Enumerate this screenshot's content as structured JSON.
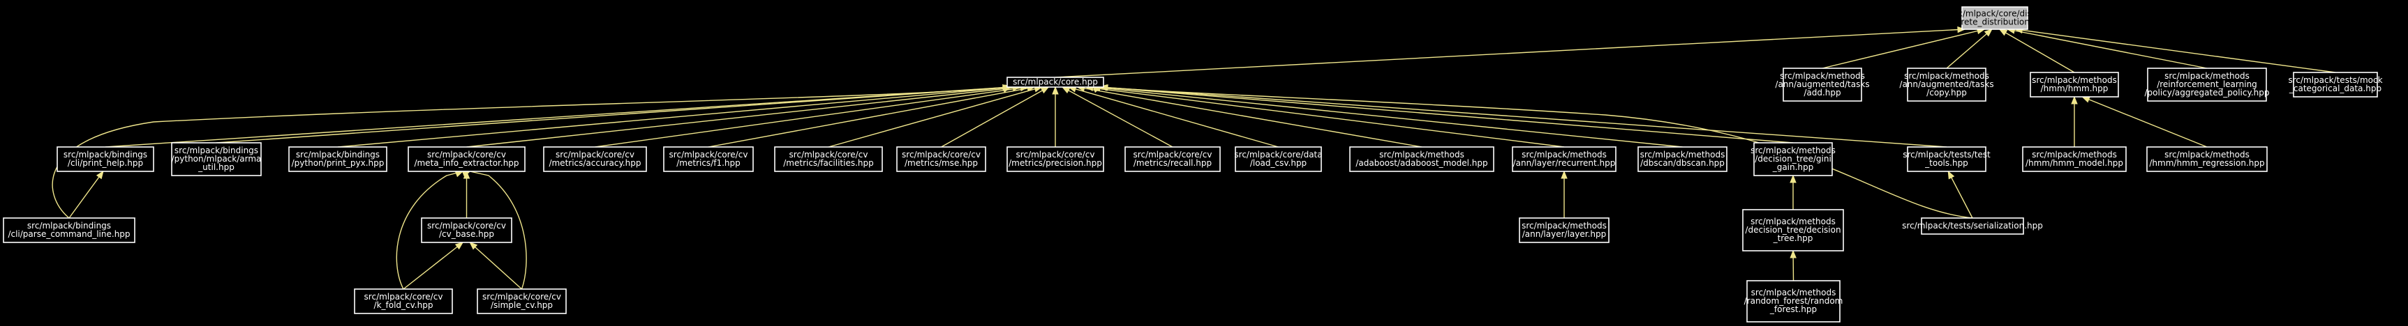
{
  "colors": {
    "background": "#000000",
    "node_border": "#ffffff",
    "node_text": "#ffffff",
    "root_fill": "#bfbfbf",
    "root_text": "#000000",
    "edge": "#f0e68c"
  },
  "nodes": [
    {
      "id": "discrete_distribution",
      "lines": [
        "src/mlpack/core/dists",
        "/discrete_distribution.hpp"
      ],
      "root": true
    },
    {
      "id": "core",
      "lines": [
        "src/mlpack/core.hpp"
      ]
    },
    {
      "id": "add",
      "lines": [
        "src/mlpack/methods",
        "/ann/augmented/tasks",
        "/add.hpp"
      ]
    },
    {
      "id": "copy",
      "lines": [
        "src/mlpack/methods",
        "/ann/augmented/tasks",
        "/copy.hpp"
      ]
    },
    {
      "id": "hmm",
      "lines": [
        "src/mlpack/methods",
        "/hmm/hmm.hpp"
      ]
    },
    {
      "id": "aggregated_policy",
      "lines": [
        "src/mlpack/methods",
        "/reinforcement_learning",
        "/policy/aggregated_policy.hpp"
      ]
    },
    {
      "id": "mock_categorical",
      "lines": [
        "src/mlpack/tests/mock",
        "_categorical_data.hpp"
      ]
    },
    {
      "id": "print_help",
      "lines": [
        "src/mlpack/bindings",
        "/cli/print_help.hpp"
      ]
    },
    {
      "id": "arma_util",
      "lines": [
        "src/mlpack/bindings",
        "/python/mlpack/arma",
        "_util.hpp"
      ]
    },
    {
      "id": "print_pyx",
      "lines": [
        "src/mlpack/bindings",
        "/python/print_pyx.hpp"
      ]
    },
    {
      "id": "meta_info",
      "lines": [
        "src/mlpack/core/cv",
        "/meta_info_extractor.hpp"
      ]
    },
    {
      "id": "accuracy",
      "lines": [
        "src/mlpack/core/cv",
        "/metrics/accuracy.hpp"
      ]
    },
    {
      "id": "f1",
      "lines": [
        "src/mlpack/core/cv",
        "/metrics/f1.hpp"
      ]
    },
    {
      "id": "facilities",
      "lines": [
        "src/mlpack/core/cv",
        "/metrics/facilities.hpp"
      ]
    },
    {
      "id": "mse",
      "lines": [
        "src/mlpack/core/cv",
        "/metrics/mse.hpp"
      ]
    },
    {
      "id": "precision",
      "lines": [
        "src/mlpack/core/cv",
        "/metrics/precision.hpp"
      ]
    },
    {
      "id": "recall",
      "lines": [
        "src/mlpack/core/cv",
        "/metrics/recall.hpp"
      ]
    },
    {
      "id": "load_csv",
      "lines": [
        "src/mlpack/core/data",
        "/load_csv.hpp"
      ]
    },
    {
      "id": "adaboost_model",
      "lines": [
        "src/mlpack/methods",
        "/adaboost/adaboost_model.hpp"
      ]
    },
    {
      "id": "recurrent",
      "lines": [
        "src/mlpack/methods",
        "/ann/layer/recurrent.hpp"
      ]
    },
    {
      "id": "dbscan",
      "lines": [
        "src/mlpack/methods",
        "/dbscan/dbscan.hpp"
      ]
    },
    {
      "id": "gini_gain",
      "lines": [
        "src/mlpack/methods",
        "/decision_tree/gini",
        "_gain.hpp"
      ]
    },
    {
      "id": "test_tools",
      "lines": [
        "src/mlpack/tests/test",
        "_tools.hpp"
      ]
    },
    {
      "id": "hmm_model",
      "lines": [
        "src/mlpack/methods",
        "/hmm/hmm_model.hpp"
      ]
    },
    {
      "id": "hmm_regression",
      "lines": [
        "src/mlpack/methods",
        "/hmm/hmm_regression.hpp"
      ]
    },
    {
      "id": "parse_command_line",
      "lines": [
        "src/mlpack/bindings",
        "/cli/parse_command_line.hpp"
      ]
    },
    {
      "id": "cv_base",
      "lines": [
        "src/mlpack/core/cv",
        "/cv_base.hpp"
      ]
    },
    {
      "id": "k_fold_cv",
      "lines": [
        "src/mlpack/core/cv",
        "/k_fold_cv.hpp"
      ]
    },
    {
      "id": "simple_cv",
      "lines": [
        "src/mlpack/core/cv",
        "/simple_cv.hpp"
      ]
    },
    {
      "id": "layer",
      "lines": [
        "src/mlpack/methods",
        "/ann/layer/layer.hpp"
      ]
    },
    {
      "id": "decision_tree",
      "lines": [
        "src/mlpack/methods",
        "/decision_tree/decision",
        "_tree.hpp"
      ]
    },
    {
      "id": "serialization",
      "lines": [
        "src/mlpack/tests/serialization.hpp"
      ]
    },
    {
      "id": "random_forest",
      "lines": [
        "src/mlpack/methods",
        "/random_forest/random",
        "_forest.hpp"
      ]
    }
  ],
  "edges": [
    [
      "core",
      "discrete_distribution"
    ],
    [
      "add",
      "discrete_distribution"
    ],
    [
      "copy",
      "discrete_distribution"
    ],
    [
      "hmm",
      "discrete_distribution"
    ],
    [
      "aggregated_policy",
      "discrete_distribution"
    ],
    [
      "mock_categorical",
      "discrete_distribution"
    ],
    [
      "print_help",
      "core"
    ],
    [
      "arma_util",
      "core"
    ],
    [
      "print_pyx",
      "core"
    ],
    [
      "meta_info",
      "core"
    ],
    [
      "accuracy",
      "core"
    ],
    [
      "f1",
      "core"
    ],
    [
      "facilities",
      "core"
    ],
    [
      "mse",
      "core"
    ],
    [
      "precision",
      "core"
    ],
    [
      "recall",
      "core"
    ],
    [
      "load_csv",
      "core"
    ],
    [
      "adaboost_model",
      "core"
    ],
    [
      "recurrent",
      "core"
    ],
    [
      "dbscan",
      "core"
    ],
    [
      "gini_gain",
      "core"
    ],
    [
      "test_tools",
      "core"
    ],
    [
      "parse_command_line",
      "core"
    ],
    [
      "serialization",
      "core"
    ],
    [
      "hmm_model",
      "hmm"
    ],
    [
      "hmm_regression",
      "hmm"
    ],
    [
      "parse_command_line",
      "print_help"
    ],
    [
      "cv_base",
      "meta_info"
    ],
    [
      "k_fold_cv",
      "meta_info"
    ],
    [
      "simple_cv",
      "meta_info"
    ],
    [
      "k_fold_cv",
      "cv_base"
    ],
    [
      "simple_cv",
      "cv_base"
    ],
    [
      "layer",
      "recurrent"
    ],
    [
      "decision_tree",
      "gini_gain"
    ],
    [
      "random_forest",
      "decision_tree"
    ],
    [
      "serialization",
      "test_tools"
    ]
  ]
}
